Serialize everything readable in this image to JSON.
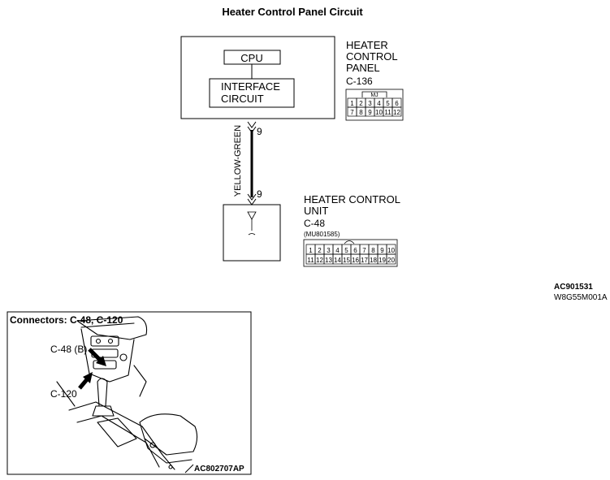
{
  "title": "Heater Control Panel Circuit",
  "panel_box": {
    "cpu_label": "CPU",
    "interface_line1": "INTERFACE",
    "interface_line2": "CIRCUIT"
  },
  "panel_connector": {
    "name_line1": "HEATER",
    "name_line2": "CONTROL",
    "name_line3": "PANEL",
    "id": "C-136",
    "tag": "MJ",
    "row1": [
      "1",
      "2",
      "3",
      "4",
      "5",
      "6"
    ],
    "row2": [
      "7",
      "8",
      "9",
      "10",
      "11",
      "12"
    ]
  },
  "wire": {
    "color_label": "YELLOW-GREEN",
    "top_pin": "9",
    "bottom_pin": "9"
  },
  "unit_connector": {
    "name_line1": "HEATER CONTROL",
    "name_line2": "UNIT",
    "id": "C-48",
    "part_no": "(MU801585)",
    "row1": [
      "1",
      "2",
      "3",
      "4",
      "5",
      "6",
      "7",
      "8",
      "9",
      "10"
    ],
    "row2": [
      "11",
      "12",
      "13",
      "14",
      "15",
      "16",
      "17",
      "18",
      "19",
      "20"
    ]
  },
  "codes": {
    "line1": "AC901531",
    "line2": "W8G55M001A"
  },
  "locator": {
    "title": "Connectors: C-48, C-120",
    "callout1": "C-48 (B)",
    "callout2": "C-120",
    "code": "AC802707AP"
  },
  "colors": {
    "line": "#000000",
    "background": "#ffffff"
  }
}
